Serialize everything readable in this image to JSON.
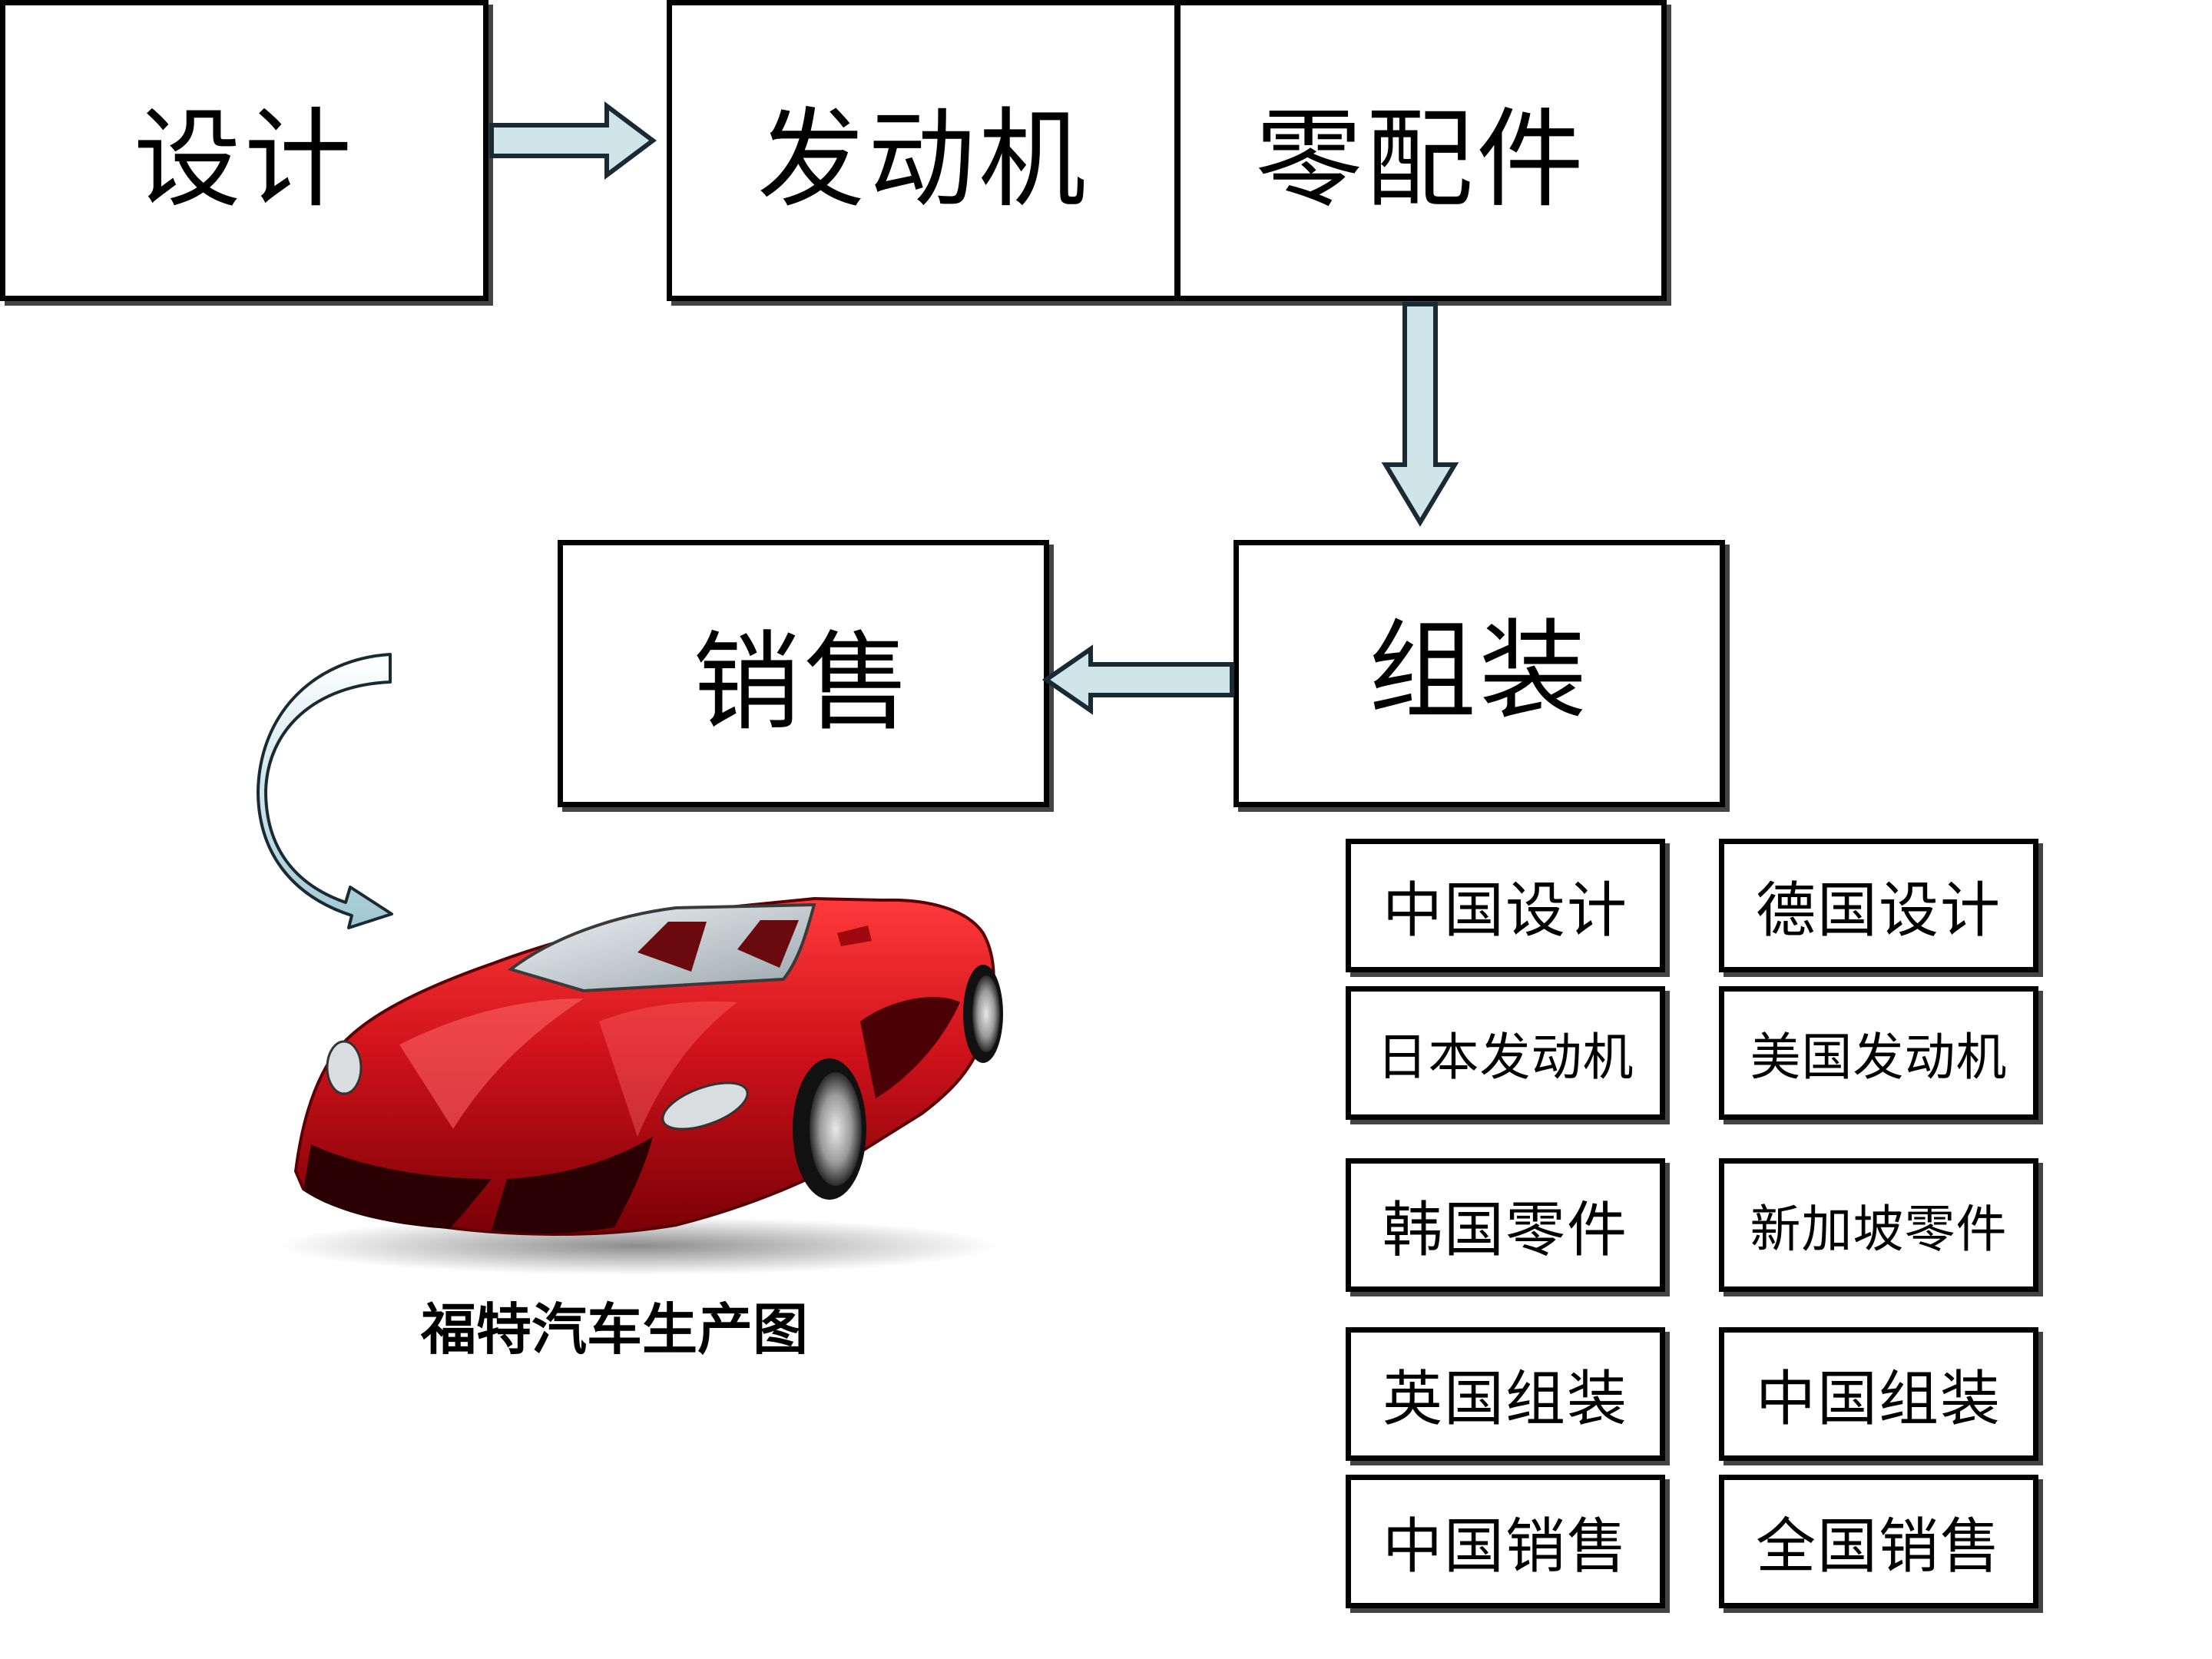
{
  "flow": {
    "design": "设计",
    "engine": "发动机",
    "parts": "零配件",
    "assembly": "组装",
    "sales": "销售"
  },
  "grid": [
    [
      "中国设计",
      "德国设计"
    ],
    [
      "日本发动机",
      "美国发动机"
    ],
    [
      "韩国零件",
      "新加坡零件"
    ],
    [
      "英国组装",
      "中国组装"
    ],
    [
      "中国销售",
      "全国销售"
    ]
  ],
  "caption": "福特汽车生产图",
  "colors": {
    "arrow_fill": "#cfe5ea",
    "arrow_stroke": "#1a2a35",
    "car_red": "#d0121b"
  }
}
